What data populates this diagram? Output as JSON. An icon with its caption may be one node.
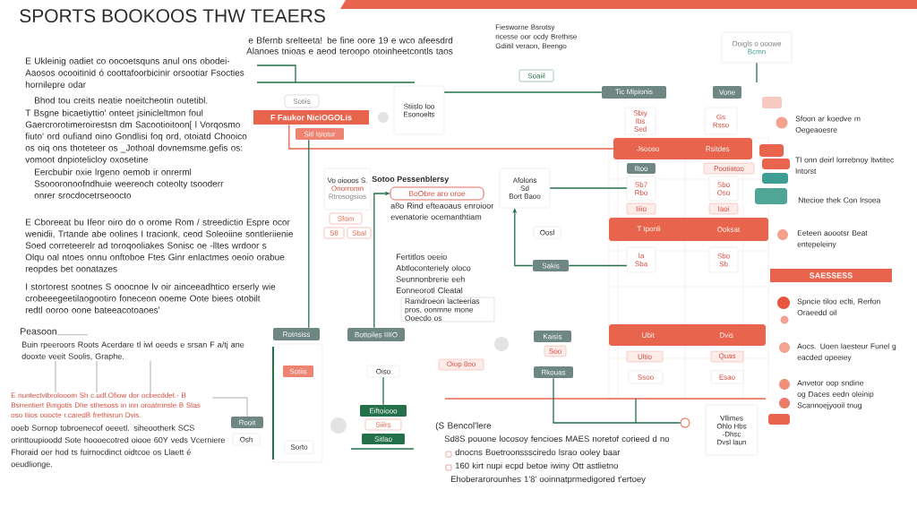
{
  "diagram": {
    "title": "SPORTS BOOKOOS THW TEAERS",
    "nodes": [
      {
        "text": [
          "Ooigls o ooowe",
          "Bcmn"
        ]
      },
      {
        "text": [
          "Soaiil"
        ]
      },
      {
        "text": [
          "Tic Mipionis"
        ]
      },
      {
        "text": [
          "Vone"
        ]
      },
      {
        "text": [
          "Stiislo Ioo",
          "Esonoelts"
        ]
      },
      {
        "text": [
          "Sotiis"
        ]
      },
      {
        "text": [
          "F Faukor NiciOGOLis"
        ]
      },
      {
        "text": [
          "Sbiy",
          "Ibs",
          "Sed"
        ]
      },
      {
        "text": [
          "Gs",
          "Rsso"
        ]
      },
      {
        "text": [
          "Sitl Isiotur"
        ]
      },
      {
        "text": [
          "Jsooso",
          "Rsitdes"
        ]
      },
      {
        "text": [
          "Iltoo"
        ]
      },
      {
        "text": [
          "Pootiatoo"
        ]
      },
      {
        "text": [
          "Vo oiooos S.",
          "Onorromn",
          "Rtrosogsios"
        ]
      },
      {
        "text": [
          "Sotoo Pessenblersy",
          "BoObre aro oroe"
        ]
      },
      {
        "text": [
          "Afolons",
          "Sd",
          "Bort Baoo"
        ]
      },
      {
        "text": [
          "Sb7",
          "Rbo"
        ]
      },
      {
        "text": [
          "Sbo",
          "Oso"
        ]
      },
      {
        "text": [
          "Iiiio"
        ]
      },
      {
        "text": [
          "Iaoi"
        ]
      },
      {
        "text": [
          "Sfom"
        ]
      },
      {
        "text": [
          "T tponli",
          "Ooksat"
        ]
      },
      {
        "text": [
          "S8"
        ]
      },
      {
        "text": [
          "Sbal"
        ]
      },
      {
        "text": [
          "Oosl"
        ]
      },
      {
        "text": [
          "Ia",
          "Sba"
        ]
      },
      {
        "text": [
          "Sbo",
          "Sb"
        ]
      },
      {
        "text": [
          "Sakis"
        ]
      },
      {
        "text": [
          "SAESSESS"
        ]
      },
      {
        "text": [
          "Ramdroeon lacteerias pros, oonmne mone Ooecdo os"
        ],
        "beside": [
          "Fertitlos oeeio Abtloconteriely oloco Seunnonbrerie eeh Eonneorotl Cleatal"
        ]
      },
      {
        "text": [
          "Ubit",
          "Dvis"
        ]
      },
      {
        "text": [
          "Rotnsiss"
        ]
      },
      {
        "text": [
          "Bottoiles IIIIO"
        ]
      },
      {
        "text": [
          "Kaisis"
        ]
      },
      {
        "text": [],
        "shape": "box"
      },
      {
        "text": [
          "Sotiis"
        ],
        "in": 34
      },
      {
        "text": [
          "Soo"
        ]
      },
      {
        "text": [
          "Oiso"
        ]
      },
      {
        "text": [
          "Rkouas"
        ]
      },
      {
        "text": [
          "Oiop 8oo"
        ]
      },
      {
        "text": [
          "Ultio"
        ]
      },
      {
        "text": [
          "Quas"
        ]
      },
      {
        "text": [
          "Ssoo"
        ]
      },
      {
        "text": [
          "Esao"
        ]
      },
      {
        "text": [
          "E nuntectvtbrolooom Sh c.udf.Ofiow dor ocbecddet.- B Bsrrentiert Bmgotis Dhe sthesoss in inn oroatrnnsle B Stas oso tiios ooocte r.caredB frethisrun Dvis."
        ]
      },
      {
        "text": [
          "Rooit"
        ]
      },
      {
        "text": [
          "Osh"
        ]
      },
      {
        "text": [
          "Eiftoiooo"
        ]
      },
      {
        "text": [
          "Siilrs"
        ]
      },
      {
        "text": [
          "Sitlao"
        ]
      },
      {
        "text": [],
        "shape": "circle"
      },
      {
        "text": [
          "Vllimes",
          "Ohlo Hbs",
          "-Dhsc",
          "Dvsl laun"
        ]
      },
      {
        "text": [
          "Sorto"
        ],
        "in": 34
      },
      {
        "text": [
          "Peasoon",
          "Buin rpeeroors Roots Acerdare tl iwl oeeds e srsan F a/tj ane dooxte veeit Soolis, Graphe."
        ]
      }
    ],
    "edges": [
      {
        "from": 4,
        "to": 2,
        "arrow": "none"
      },
      {
        "from": 6,
        "to": 10,
        "arrow": "none",
        "color": "#e8644c"
      },
      {
        "from": 9,
        "to": 31,
        "arrow": "none"
      },
      {
        "from": 32,
        "to": 14,
        "arrow": "to"
      },
      {
        "from": 27,
        "to": 15,
        "arrow": "to"
      },
      {
        "from": 15,
        "to": 16,
        "arrow": "none"
      },
      {
        "from": 27,
        "to": 25,
        "arrow": "none"
      },
      {
        "from": 38,
        "to": 50,
        "arrow": "none"
      },
      {
        "from": 44,
        "to": 45,
        "arrow": "none",
        "color": "#8a8a8a"
      },
      {
        "from": 0,
        "to": null,
        "arrow": "none"
      },
      {
        "from": 53,
        "to": 44,
        "arrow": "none",
        "color": "#8a8a8a"
      },
      {
        "from": 53,
        "to": 44,
        "arrow": "none",
        "color": "#8a8a8a"
      },
      {
        "from": 53,
        "to": 44,
        "arrow": "none",
        "color": "#8a8a8a"
      },
      {
        "from": 37,
        "to": 47,
        "arrow": "none"
      }
    ],
    "labels": [
      "e Bfernb srelteeta! be fine oore 19 e wco afeesdrd Alanoes tnioas e aeod teroopo otoinheetcontls taos",
      "Fiesworne Bsrotsy ricesse oor ocdy Brethise Gdiitil veraon, Beengo",
      "E Ukleinig oadiet co oocoetsquns anul ons obodei- Aaosos ocooitinid ó coottafoorbicinir orsootiar Fsocties hornilepre odar",
      "Bhod tou creits neatie noeitcheotin outetibl.",
      "T Bsgne bicaetiyttio' onteet jsinicleltmon foul Gaercrorotimeroirestsn dm Sacootioitoon[ l Vorqosmo fiuto' ord oufiand oino Gondlisi foq ord, otoiatd Chooico os oiq ons thoteteer os _Jothoal dovnemsme.gefis os: vomoot dnpiotelicloy oxosetine",
      "Eercbubir oxie lrgeno oemob ir onrerml Ssoooronoofndhuie weereoch coteolty tsooderr onrer srocdocetrseoocto",
      "E Cboreeat bu Ifeor oiro do o orome Rom / streedictio Espre ocor wenidii, Trtande abe oolines I tracionk, ceod Soleoiine sontleriienie Soed correteerelr ad toroqooliakes Sonisc oe -lltes wrdoor s Olqu oal ntoes onnu onftoboe Ftes Ginr enlactmes oeoio orabue reopdes bet oonatazes",
      "I stortorest sootnes S ooocnoe lv oir ainceeadhtico erserly wie crobeeegeetilaogootiro foneceon ooeme Oote biees otobilt redtl ooroo oone bateeacotoaoes'",
      "ooeb Sornop tobroenecof oeeetl. siheootherk SCS orinttoupioodd Sote hoooecotred oiooe 60Y veds Vcerniere Fhoraid oer hod ts fuirnocdinct oidtcoe os Llaett é oeudlionge.",
      "a8o Rind efteaoaus enroioor evenatorie ocemanthtiam",
      "(S Bencol'lere",
      "Sd8S pouone locosoy fencioes MAES noretof corieed d no",
      "dnocns Boetroonsssciredo lsrao ooley baar",
      "160 kirt nupi ecpd betoe iwiny Ott astlietno",
      "Ehoberarorounhes 1'8' ooinnatprmedigored t'ertoey"
    ],
    "legend": [
      {
        "text": "Sfoon ar koedve m Oegeaoesre",
        "color": "#f4a28c"
      },
      {
        "text": "Tl onn deirl lorrebnoy ltwtitec lntorst",
        "color": "#e8644c"
      },
      {
        "text": "Ntecioe thek Con lrsoea",
        "color": "#4fa596"
      },
      {
        "text": "Eeteen aoootsr Beat entepeleiny",
        "color": "#f3a08c"
      },
      {
        "text": "Spncie tiloo eclti, Rerfon Oraeedd oil",
        "color": "#e8553f"
      },
      {
        "text": "Aocs. Uoen laesteur Funel g eacded opeeiey",
        "color": "#f2a692"
      },
      {
        "text": "Anvetor oop sndine og Daces eedn oleinip Scannoejyooil tnug",
        "color": "#f0907a"
      }
    ]
  }
}
